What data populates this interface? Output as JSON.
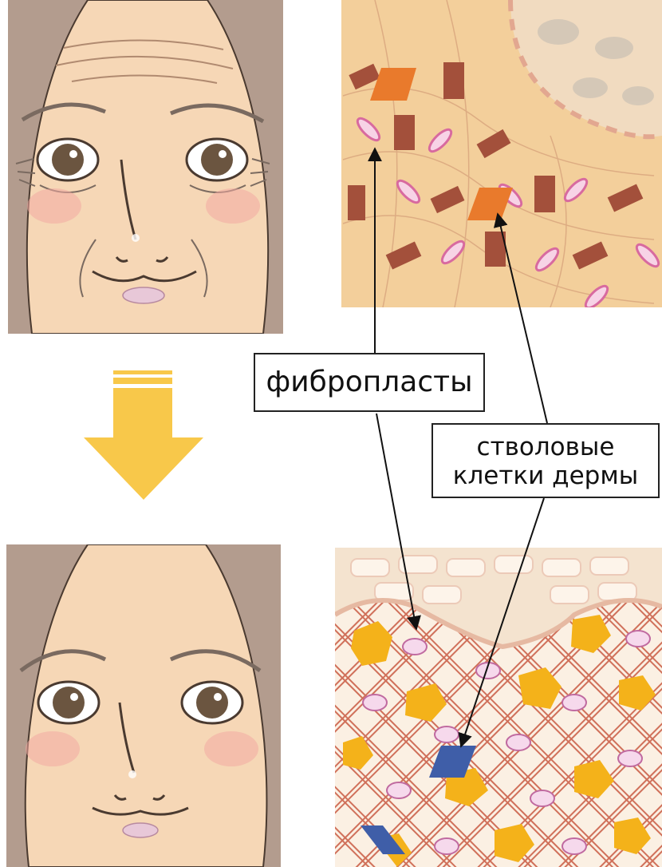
{
  "labels": {
    "fibroblasts": "фибропласты",
    "stem_cells_line1": "стволовые",
    "stem_cells_line2": "клетки дермы"
  },
  "colors": {
    "skin": "#f6d7b6",
    "hair": "#b39c8e",
    "outline": "#4a3a30",
    "blush": "#f2a9a2",
    "arrow_yellow": "#f8c84a",
    "stem_cell_orange": "#e97a2c",
    "stem_cell_blue": "#3f5ea8",
    "tissue_bg_old": "#f3cf9b",
    "tissue_bg_young": "#fbf0e3",
    "collagen_brown": "#a3503b",
    "collagen_pink": "#d86a9f",
    "young_cell_yellow": "#f4b21a"
  },
  "icons": [
    "aging-face-illustration",
    "young-face-illustration",
    "down-arrow-icon",
    "old-skin-tissue",
    "young-skin-tissue"
  ]
}
